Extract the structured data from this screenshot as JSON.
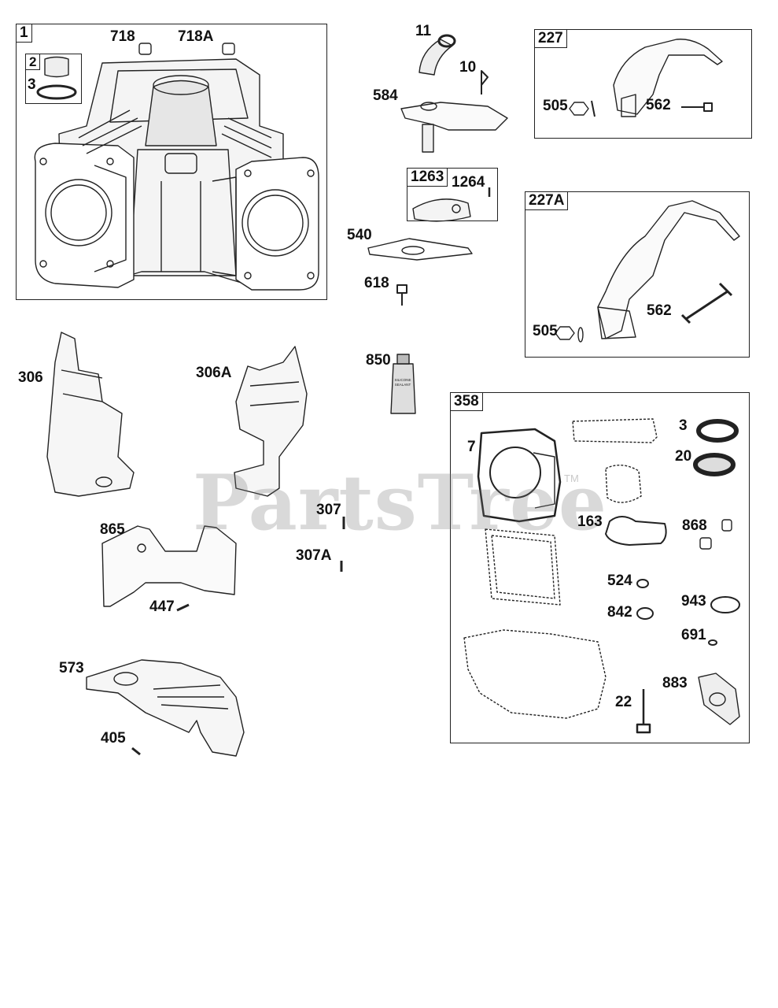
{
  "watermark": {
    "text": "PartsTree",
    "tm": "TM"
  },
  "groups": {
    "g1": "1",
    "g2": "2",
    "g227": "227",
    "g227a": "227A",
    "g1263": "1263",
    "g358": "358"
  },
  "labels": {
    "p718": "718",
    "p718a": "718A",
    "p3a": "3",
    "p11": "11",
    "p10": "10",
    "p584": "584",
    "p1264": "1264",
    "p540": "540",
    "p618": "618",
    "p850": "850",
    "p505a": "505",
    "p562a": "562",
    "p505b": "505",
    "p562b": "562",
    "p306": "306",
    "p306a": "306A",
    "p307": "307",
    "p307a": "307A",
    "p865": "865",
    "p447": "447",
    "p573": "573",
    "p405": "405",
    "p7": "7",
    "p3b": "3",
    "p20": "20",
    "p163": "163",
    "p868": "868",
    "p524": "524",
    "p943": "943",
    "p842": "842",
    "p691": "691",
    "p883": "883",
    "p22": "22"
  },
  "tube_text": {
    "line1": "SILICONE",
    "line2": "SEALANT"
  },
  "colors": {
    "ink": "#111111",
    "line": "#222222",
    "shade": "#cfcfcf",
    "watermark": "#9a9a9a"
  }
}
